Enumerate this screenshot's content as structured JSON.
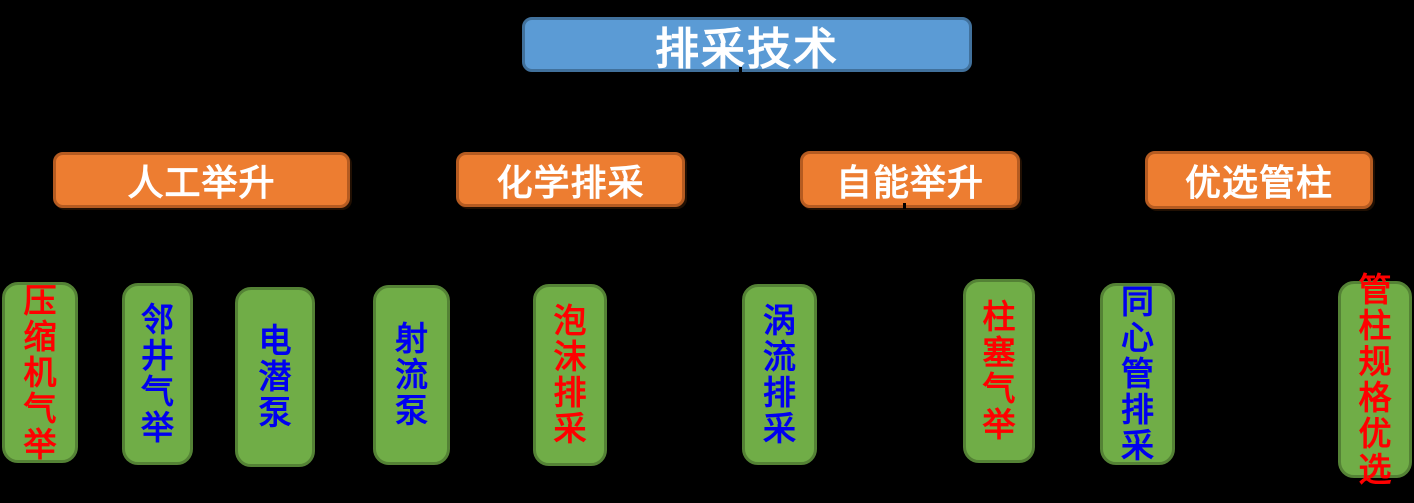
{
  "diagram": {
    "background_color": "#000000",
    "root": {
      "label": "排采技术",
      "fill": "#5B9BD5",
      "border": "#41719C",
      "text_color": "#FFFFFF"
    },
    "category_style": {
      "fill": "#ED7D31",
      "border": "#B55B21",
      "text_color": "#FFFFFF"
    },
    "leaf_style": {
      "fill": "#70AD47",
      "border": "#548235"
    },
    "categories": [
      {
        "label": "人工举升"
      },
      {
        "label": "化学排采"
      },
      {
        "label": "自能举升"
      },
      {
        "label": "优选管柱"
      }
    ],
    "leaves": [
      {
        "label": "压缩机气举",
        "text_color": "#FF0000"
      },
      {
        "label": "邻井气举",
        "text_color": "#0000F0"
      },
      {
        "label": "电潜泵",
        "text_color": "#0000F0"
      },
      {
        "label": "射流泵",
        "text_color": "#0000F0"
      },
      {
        "label": "泡沫排采",
        "text_color": "#FF0000"
      },
      {
        "label": "涡流排采",
        "text_color": "#0000F0"
      },
      {
        "label": "柱塞气举",
        "text_color": "#FF0000"
      },
      {
        "label": "同心管排采",
        "text_color": "#0000F0"
      },
      {
        "label": "管柱规格优选",
        "text_color": "#FF0000"
      }
    ]
  }
}
